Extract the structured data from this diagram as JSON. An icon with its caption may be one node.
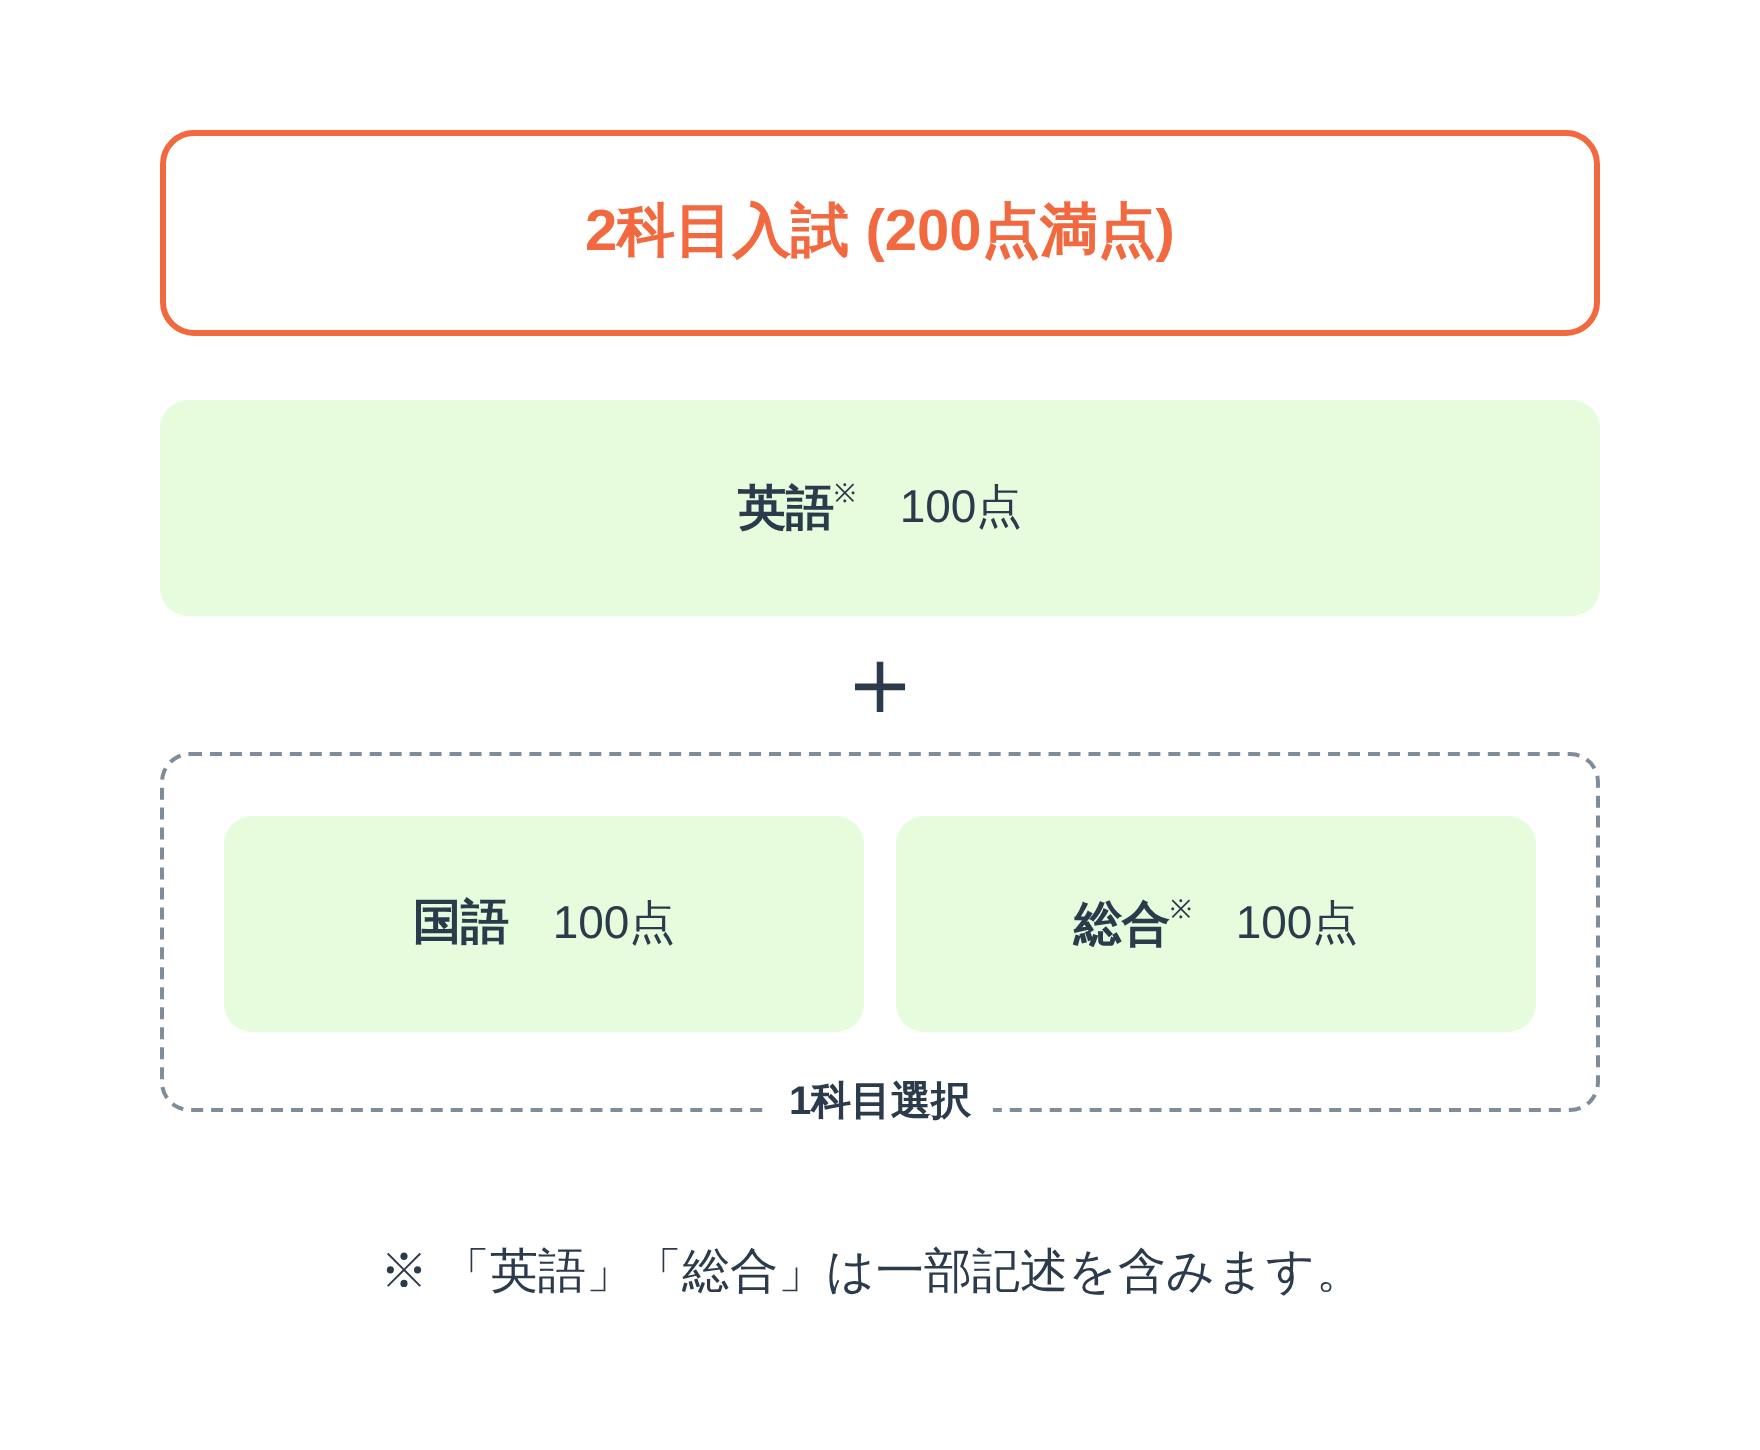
{
  "diagram": {
    "nodes": [
      {
        "text": [
          "2科目入試 (200点満点)"
        ]
      },
      {
        "text": [
          "英語$^{※}$",
          "100点"
        ]
      },
      {
        "text": [
          "1科目選択"
        ]
      },
      {
        "text": [
          "国語",
          "100点"
        ],
        "in": 2
      },
      {
        "text": [
          "総合$^{※}$",
          "100点"
        ],
        "in": 2
      }
    ],
    "labels": [
      "+",
      "※ 「英語」「総合」は一部記述を含みます。"
    ]
  }
}
